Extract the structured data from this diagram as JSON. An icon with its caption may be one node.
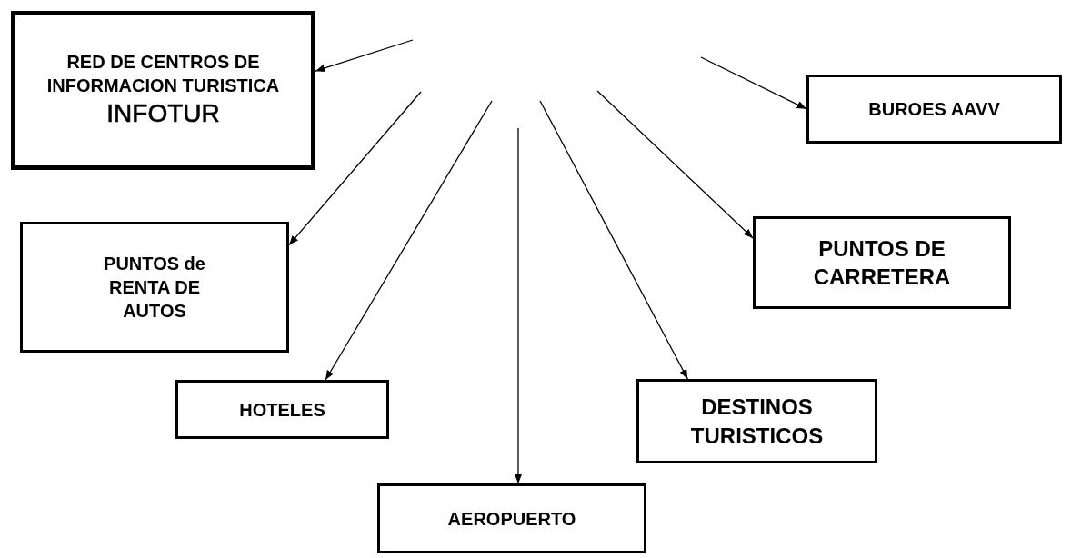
{
  "diagram": {
    "nodes": [
      {
        "text": [
          "RED DE CENTROS DE INFORMACION TURISTICA",
          "INFOTUR"
        ]
      },
      {
        "text": [
          "BUROES AAVV"
        ]
      },
      {
        "text": [
          "PUNTOS de RENTA DE AUTOS"
        ]
      },
      {
        "text": [
          "PUNTOS DE CARRETERA"
        ]
      },
      {
        "text": [
          "HOTELES"
        ]
      },
      {
        "text": [
          "DESTINOS TURISTICOS"
        ]
      },
      {
        "text": [
          "AEROPUERTO"
        ]
      }
    ],
    "edges": [
      {
        "from": null,
        "to": 0,
        "arrow": "to"
      },
      {
        "from": null,
        "to": 1,
        "arrow": "to"
      },
      {
        "from": null,
        "to": 2,
        "arrow": "to"
      },
      {
        "from": null,
        "to": 3,
        "arrow": "to"
      },
      {
        "from": null,
        "to": 4,
        "arrow": "to"
      },
      {
        "from": null,
        "to": 5,
        "arrow": "to"
      },
      {
        "from": null,
        "to": 6,
        "arrow": "to"
      }
    ]
  }
}
